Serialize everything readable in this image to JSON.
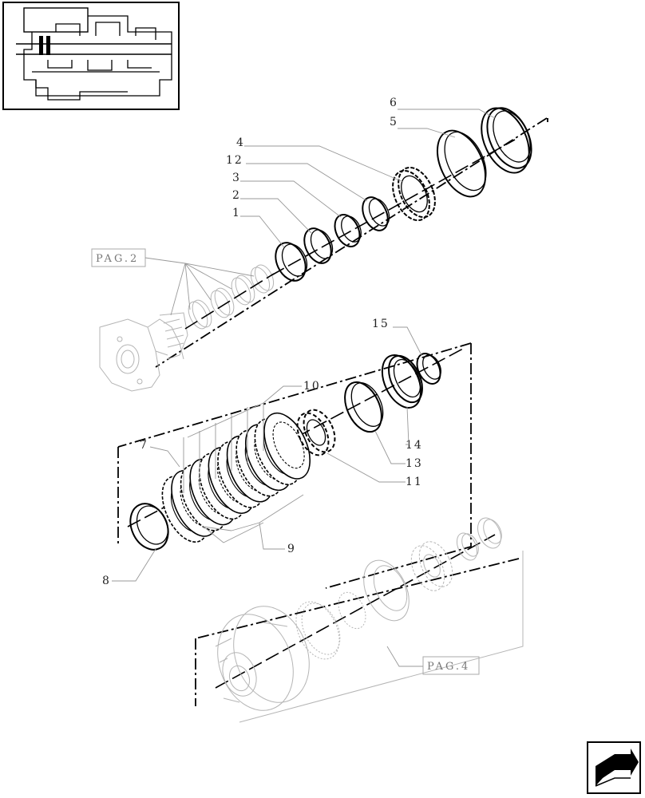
{
  "labels": {
    "l1": "1",
    "l2": "2",
    "l3": "3",
    "l4": "4",
    "l5": "5",
    "l6": "6",
    "l7": "7",
    "l8": "8",
    "l9": "9",
    "l10": "10",
    "l11": "11",
    "l12": "12",
    "l13": "13",
    "l14": "14",
    "l15": "15"
  },
  "page_refs": {
    "pag2": "PAG.2",
    "pag4": "PAG.4"
  },
  "icons": {
    "thumbnail": "transmission-overview-thumbnail",
    "navigation": "next-page-arrow-icon"
  }
}
